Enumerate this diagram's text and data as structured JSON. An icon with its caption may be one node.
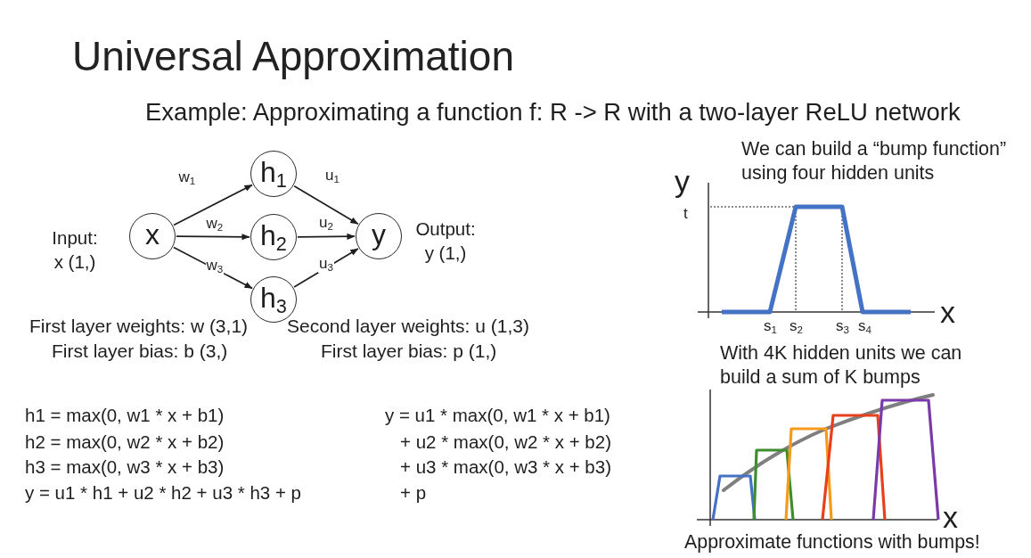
{
  "diagram": {
    "title": "Universal Approximation",
    "nodes": [
      {
        "text": [
          "x"
        ],
        "beside": [
          "Input: x (1,)"
        ]
      },
      {
        "text": [
          "h$_{1}$"
        ]
      },
      {
        "text": [
          "h$_{2}$"
        ]
      },
      {
        "text": [
          "h$_{3}$"
        ]
      },
      {
        "text": [
          "y"
        ],
        "beside": [
          "Output: y (1,)"
        ]
      }
    ],
    "edges": [
      {
        "from": 0,
        "to": 1,
        "arrow": "to",
        "label": "w$_{1}$"
      },
      {
        "from": 0,
        "to": 2,
        "arrow": "to",
        "label": "w$_{2}$"
      },
      {
        "from": 0,
        "to": 3,
        "arrow": "to",
        "label": "w$_{3}$"
      },
      {
        "from": 1,
        "to": 4,
        "arrow": "to",
        "label": "u$_{1}$"
      },
      {
        "from": 2,
        "to": 4,
        "arrow": "to",
        "label": "u$_{2}$"
      },
      {
        "from": 3,
        "to": 4,
        "arrow": "to",
        "label": "u$_{3}$"
      }
    ],
    "labels": [
      "Example: Approximating a function f: R -> R with a two-layer ReLU network",
      "We can build a “bump function” using four hidden units",
      "y",
      "t",
      "x",
      "First layer weights: w (3,1)",
      "Second layer weights: u (1,3)",
      "s$_{1}$",
      "s$_{2}$",
      "s$_{3}$",
      "s$_{4}$",
      "First layer bias: b (3,)",
      "First layer bias: p (1,)",
      "With 4K hidden units we can build a sum of K bumps",
      "h1 = max(0, w1 * x + b1)",
      "h2 = max(0, w2 * x + b2)",
      "h3 = max(0, w3 * x + b3)",
      "y = u1 * h1 + u2 * h2 + u3 * h3 + p",
      "y = u1 * max(0, w1 * x + b1)",
      "+ u2 * max(0, w2 * x + b2)",
      "+ u3 * max(0, w3 * x + b3)",
      "+ p",
      "x",
      "Approximate functions with bumps!"
    ]
  }
}
